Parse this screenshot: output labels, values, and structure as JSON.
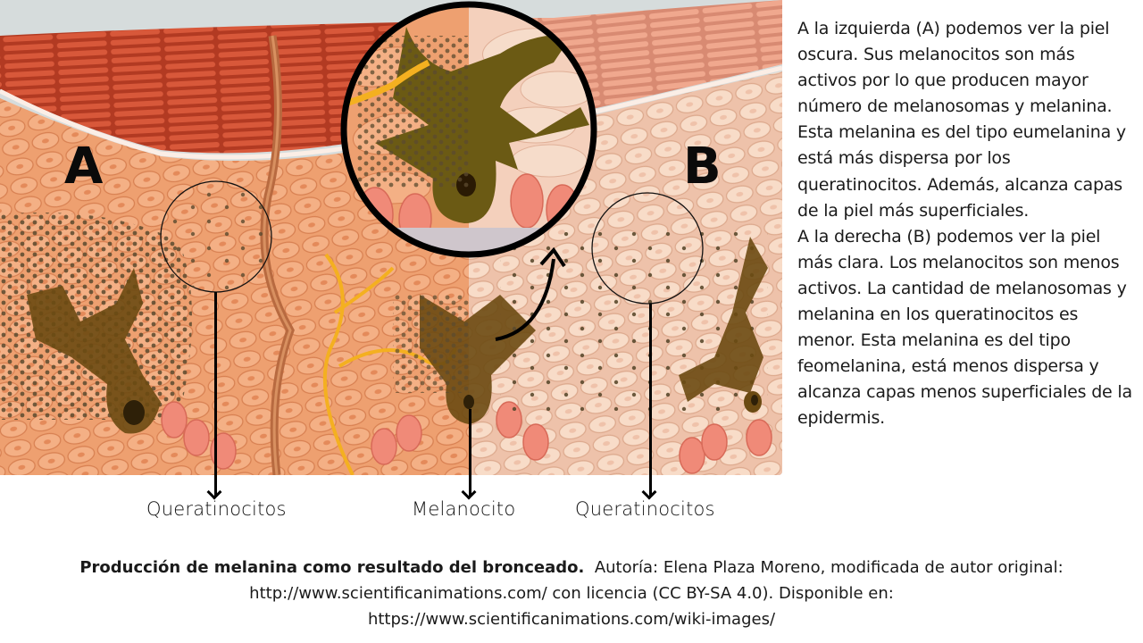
{
  "illustration": {
    "title": "Skin cross-section comparing dark skin (A) and light skin (B)",
    "panel_labels": {
      "left": "A",
      "right": "B"
    },
    "colors": {
      "background": "#ffffff",
      "sky": "#d6dcdc",
      "stratum_corneum_dark": "#c2462a",
      "stratum_corneum_light": "#e89a80",
      "epidermis_dark": "#f0a070",
      "epidermis_light": "#f6d2bc",
      "melanocyte": "#6b4a12",
      "melanosome": "#5a4a30",
      "basal_cells": "#f08a78",
      "nerve": "#f4b020",
      "hair": "#b86a40",
      "annotation": "#000000"
    }
  },
  "labels": {
    "queratinocitos_a": "Queratinocitos",
    "melanocito": "Melanocito",
    "queratinocitos_b": "Queratinocitos"
  },
  "side_text": {
    "paragraph_a": "A la izquierda (A) podemos ver la piel oscura. Sus melanocitos son más activos por lo que producen mayor número de melanosomas y melanina. Esta melanina es del tipo eumelanina y está más dispersa por los queratinocitos. Además,  alcanza capas de la piel más superficiales.",
    "paragraph_b": "A la derecha (B) podemos ver la piel más clara. Los melanocitos son menos activos. La cantidad de melanosomas y melanina en los queratinocitos es menor. Esta melanina es del tipo feomelanina, está menos dispersa y alcanza capas menos superficiales de la epidermis."
  },
  "caption": {
    "title": "Producción de melanina como resultado del bronceado.",
    "line1_rest": "Autoría: Elena Plaza Moreno, modificada de autor original:",
    "line2": "http://www.scientificanimations.com/ con licencia (CC BY-SA 4.0). Disponible en:",
    "line3": "https://www.scientificanimations.com/wiki-images/"
  }
}
